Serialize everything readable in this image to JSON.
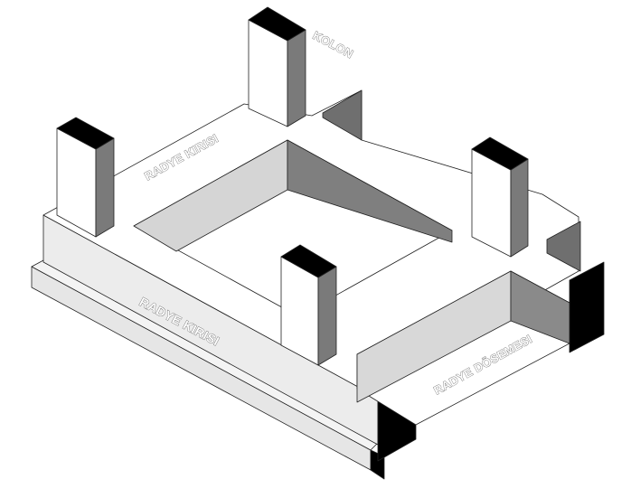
{
  "labels": {
    "kolon": "KOLON",
    "radye_kirisi_top": "RADYE KIRISI",
    "radye_kirisi_side": "RADYE KIRISI",
    "radye_dosemesi": "RADYE DÖSEMESI"
  },
  "colors": {
    "top_face": "#ffffff",
    "side_light": "#eeeeee",
    "side_mid": "#dcdcdc",
    "side_dark": "#7a7a7a",
    "cut_face": "#000000",
    "edge": "#222222"
  }
}
